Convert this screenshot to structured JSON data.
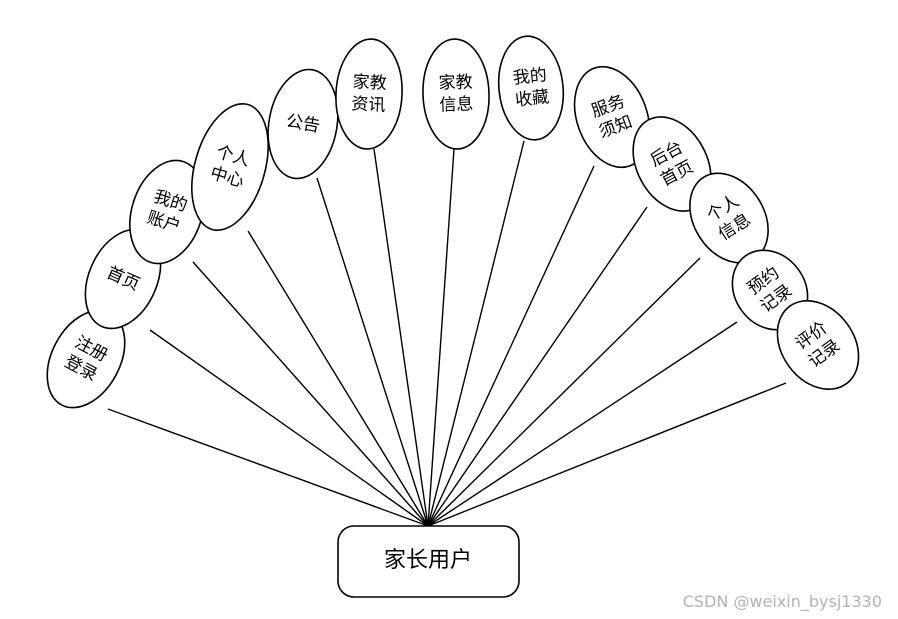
{
  "center": {
    "label": "家长用户"
  },
  "nodes": [
    {
      "lines": [
        "注册",
        "登录"
      ]
    },
    {
      "lines": [
        "首页"
      ]
    },
    {
      "lines": [
        "我的",
        "账户"
      ]
    },
    {
      "lines": [
        "个人",
        "中心"
      ]
    },
    {
      "lines": [
        "公告"
      ]
    },
    {
      "lines": [
        "家教",
        "资讯"
      ]
    },
    {
      "lines": [
        "家教",
        "信息"
      ]
    },
    {
      "lines": [
        "我的",
        "收藏"
      ]
    },
    {
      "lines": [
        "服务",
        "须知"
      ]
    },
    {
      "lines": [
        "后台",
        "首页"
      ]
    },
    {
      "lines": [
        "个人",
        "信息"
      ]
    },
    {
      "lines": [
        "预约",
        "记录"
      ]
    },
    {
      "lines": [
        "评价",
        "记录"
      ]
    }
  ],
  "watermark": "CSDN @weixin_bysj1330"
}
